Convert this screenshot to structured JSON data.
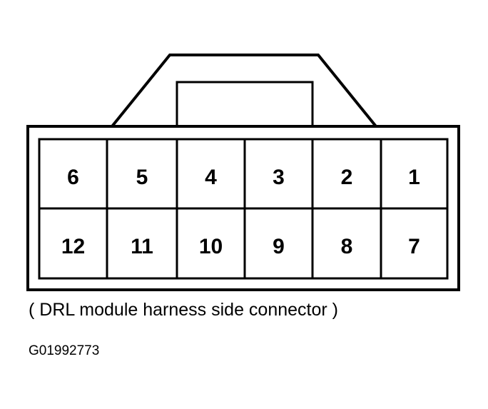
{
  "connector": {
    "top_row": [
      "6",
      "5",
      "4",
      "3",
      "2",
      "1"
    ],
    "bottom_row": [
      "12",
      "11",
      "10",
      "9",
      "8",
      "7"
    ]
  },
  "caption": "( DRL module harness side connector )",
  "figure_id": "G01992773",
  "colors": {
    "line": "#000000",
    "background": "#ffffff"
  }
}
